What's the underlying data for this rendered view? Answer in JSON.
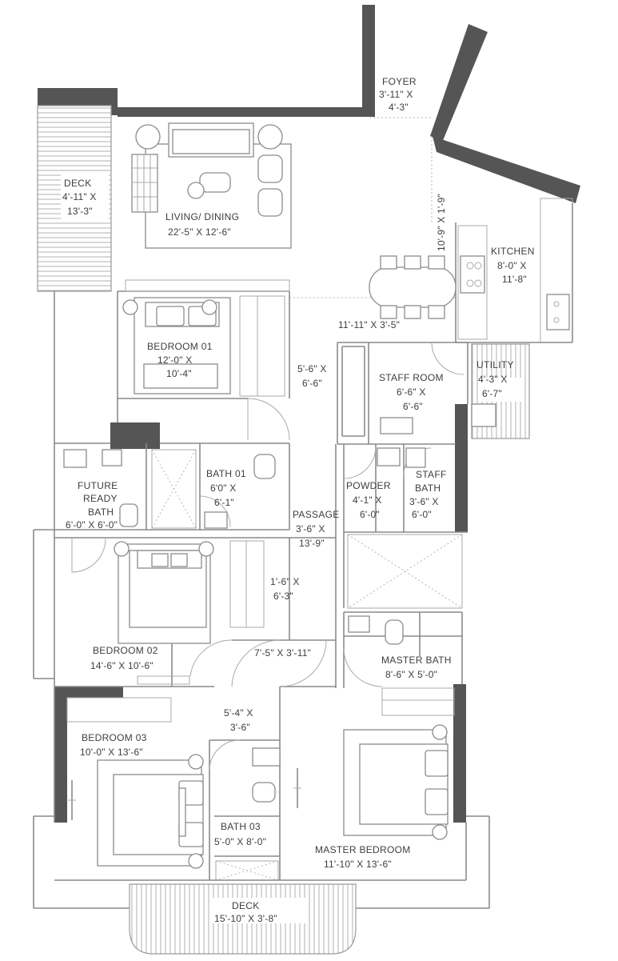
{
  "rooms": {
    "foyer": {
      "name": "FOYER",
      "size_line1": "3'-11\" X",
      "size_line2": "4'-3\""
    },
    "deck_left": {
      "name": "DECK",
      "size_line1": "4'-11\" X",
      "size_line2": "13'-3\""
    },
    "living_dining": {
      "name": "LIVING/ DINING",
      "size": "22'-5\" X 12'-6\""
    },
    "kitchen": {
      "name": "KITCHEN",
      "size_line1": "8'-0\" X",
      "size_line2": "11'-8\""
    },
    "kitchen_vertical": {
      "size": "10'-9\" X 1'-9\""
    },
    "dining_passage": {
      "size": "11'-11\" X 3'-5\""
    },
    "bedroom_01": {
      "name": "BEDROOM 01",
      "size_line1": "12'-0\" X",
      "size_line2": "10'-4\""
    },
    "closet_1": {
      "size_line1": "5'-6\" X",
      "size_line2": "6'-6\""
    },
    "staff_room": {
      "name": "STAFF ROOM",
      "size_line1": "6'-6\" X",
      "size_line2": "6'-6\""
    },
    "utility": {
      "name": "UTILITY",
      "size_line1": "4'-3\" X",
      "size_line2": "6'-7\""
    },
    "future_bath": {
      "name_line1": "FUTURE",
      "name_line2": "READY",
      "name_line3": "BATH",
      "size": "6'-0\" X 6'-0\""
    },
    "bath_01": {
      "name": "BATH 01",
      "size_line1": "6'0\" X",
      "size_line2": "6'-1\""
    },
    "powder": {
      "name": "POWDER",
      "size_line1": "4'-1\" X",
      "size_line2": "6'-0\""
    },
    "staff_bath": {
      "name_line1": "STAFF",
      "name_line2": "BATH",
      "size_line1": "3'-6\" X",
      "size_line2": "6'-0\""
    },
    "passage": {
      "name": "PASSAGE",
      "size_line1": "3'-6\" X",
      "size_line2": "13'-9\""
    },
    "closet_2": {
      "size_line1": "1'-6\" X",
      "size_line2": "6'-3\""
    },
    "bedroom_02": {
      "name": "BEDROOM 02",
      "size": "14'-6\" X 10'-6\""
    },
    "passage_2": {
      "size": "7'-5\" X 3'-11\""
    },
    "master_bath": {
      "name": "MASTER BATH",
      "size": "8'-6\" X 5'-0\""
    },
    "closet_3": {
      "size_line1": "5'-4\" X",
      "size_line2": "3'-6\""
    },
    "bedroom_03": {
      "name": "BEDROOM 03",
      "size": "10'-0\" X 13'-6\""
    },
    "bath_03": {
      "name": "BATH 03",
      "size": "5'-0\" X 8'-0\""
    },
    "master_bedroom": {
      "name": "MASTER BEDROOM",
      "size": "11'-10\" X 13'-6\""
    },
    "deck_bottom": {
      "name": "DECK",
      "size": "15'-10\" X 3'-8\""
    }
  },
  "colors": {
    "wall": "#555555",
    "line": "#8a8a8a",
    "text": "#3e3e3e"
  }
}
